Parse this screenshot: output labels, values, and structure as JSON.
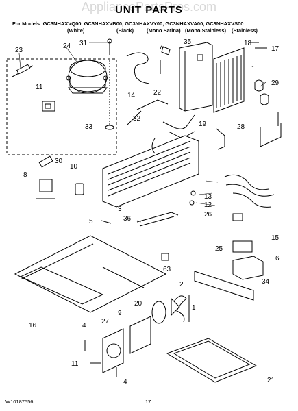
{
  "watermark": "AppliancePartsPros.com",
  "title": "UNIT PARTS",
  "models_line": "For Models: GC3NHAXVQ00, GC3NHAXVB00, GC3NHAXVY00, GC3NHAXVA00, GC3NHAXVS00",
  "finishes": [
    "(White)",
    "(Black)",
    "(Mono Satina)",
    "(Mono Stainless)",
    "(Stainless)"
  ],
  "footer": {
    "doc_number": "W10187556",
    "page": "17"
  },
  "part_numbers": [
    "23",
    "24",
    "31",
    "7",
    "35",
    "18",
    "17",
    "11",
    "22",
    "29",
    "14",
    "33",
    "32",
    "19",
    "28",
    "8",
    "30",
    "10",
    "13",
    "3",
    "12",
    "26",
    "5",
    "36",
    "15",
    "25",
    "6",
    "63",
    "2",
    "34",
    "16",
    "1",
    "20",
    "4",
    "27",
    "9",
    "11",
    "4",
    "21"
  ]
}
